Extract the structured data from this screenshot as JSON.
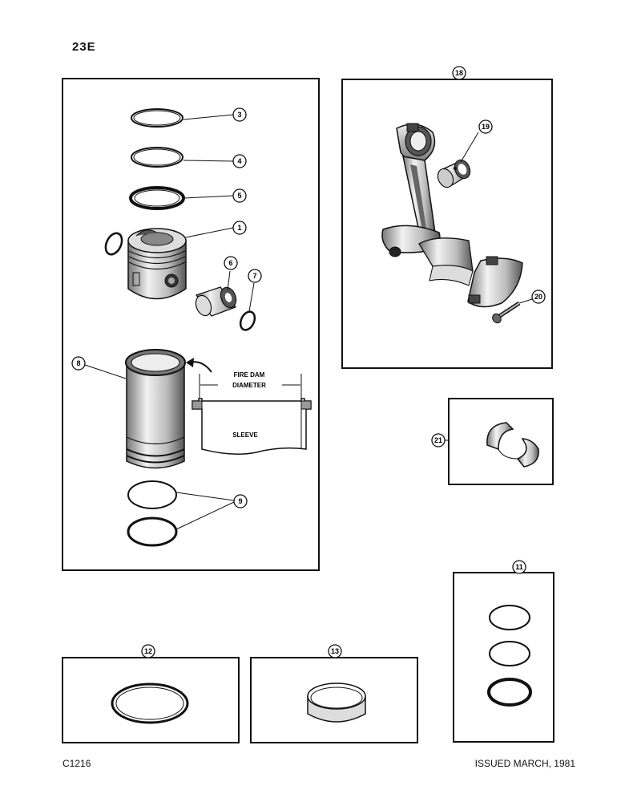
{
  "page": {
    "number": "23E",
    "figure_code": "C1216",
    "issued": "ISSUED MARCH, 1981"
  },
  "callouts": {
    "c1": "1",
    "c3": "3",
    "c4": "4",
    "c5": "5",
    "c6": "6",
    "c7": "7",
    "c8": "8",
    "c9": "9",
    "c11": "11",
    "c12": "12",
    "c13": "13",
    "c18": "18",
    "c19": "19",
    "c20": "20",
    "c21": "21"
  },
  "detail": {
    "fire_dam_line1": "FIRE DAM",
    "fire_dam_line2": "DIAMETER",
    "sleeve": "SLEEVE"
  }
}
